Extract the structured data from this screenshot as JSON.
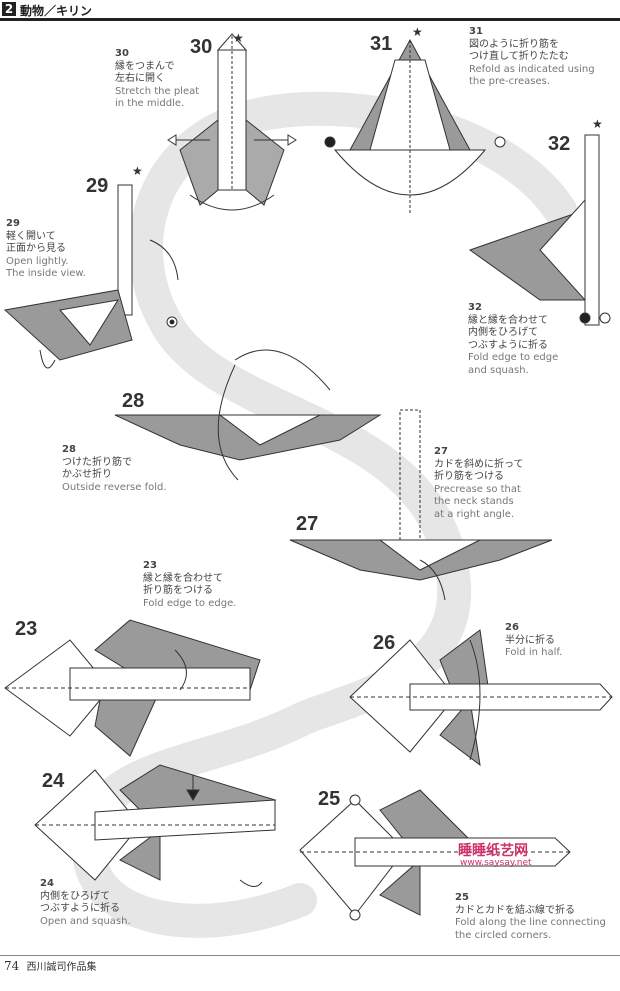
{
  "header": {
    "section_number": "2",
    "title": "動物／キリン"
  },
  "steps": [
    {
      "number": "30",
      "caption_number": "30",
      "ja": [
        "縁をつまんで",
        "左右に開く"
      ],
      "en": [
        "Stretch the pleat",
        "in the middle."
      ]
    },
    {
      "number": "31",
      "caption_number": "31",
      "ja": [
        "図のように折り筋を",
        "つけ直して折りたたむ"
      ],
      "en": [
        "Refold as indicated using",
        "the pre-creases."
      ]
    },
    {
      "number": "32",
      "caption_number": "32",
      "ja": [
        "縁と縁を合わせて",
        "内側をひろげて",
        "つぶすように折る"
      ],
      "en": [
        "Fold edge to edge",
        "and squash."
      ]
    },
    {
      "number": "29",
      "caption_number": "29",
      "ja": [
        "軽く開いて",
        "正面から見る"
      ],
      "en": [
        "Open lightly.",
        "The inside view."
      ]
    },
    {
      "number": "28",
      "caption_number": "28",
      "ja": [
        "つけた折り筋で",
        "かぶせ折り"
      ],
      "en": [
        "Outside reverse fold."
      ]
    },
    {
      "number": "27",
      "caption_number": "27",
      "ja": [
        "カドを斜めに折って",
        "折り筋をつける"
      ],
      "en": [
        "Precrease so that",
        "the neck stands",
        "at a right angle."
      ]
    },
    {
      "number": "23",
      "caption_number": "23",
      "ja": [
        "縁と縁を合わせて",
        "折り筋をつける"
      ],
      "en": [
        "Fold edge to edge."
      ]
    },
    {
      "number": "26",
      "caption_number": "26",
      "ja": [
        "半分に折る"
      ],
      "en": [
        "Fold in half."
      ]
    },
    {
      "number": "24",
      "caption_number": "24",
      "ja": [
        "内側をひろげて",
        "つぶすように折る"
      ],
      "en": [
        "Open and squash."
      ]
    },
    {
      "number": "25",
      "caption_number": "25",
      "ja": [
        "カドとカドを結ぶ線で折る"
      ],
      "en": [
        "Fold along the line connecting",
        "the circled corners."
      ]
    }
  ],
  "watermark": {
    "brand": "睡睡纸艺网",
    "url": "www.saysay.net"
  },
  "footer": {
    "page_number": "74",
    "book": "西川誠司作品集"
  },
  "colors": {
    "paper_gray": "#9a9a9a",
    "paper_white": "#ffffff",
    "band_gray": "#e6e6e6",
    "line": "#333333",
    "watermark": "#d0306a"
  }
}
